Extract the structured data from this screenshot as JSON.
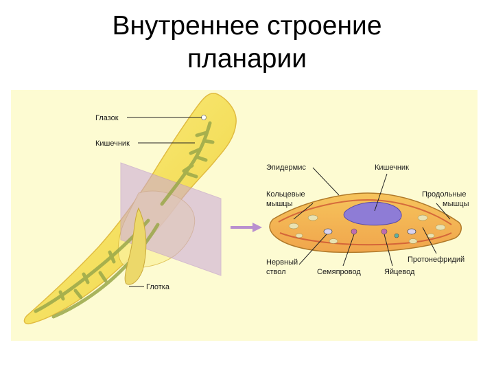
{
  "title": "Внутреннее  строение\nпланарии",
  "colors": {
    "panel": "#fdfbd2",
    "body": "#f3e26a",
    "intestine": "#9aa84a",
    "section_plane": "#c9a6d9",
    "arrow": "#b98fcf",
    "ring_muscle": "#c7472f",
    "intestine_cross": "#8e7cd6"
  },
  "labels": {
    "eye": "Глазок",
    "intestine_left": "Кишечник",
    "pharynx": "Глотка",
    "epidermis": "Эпидермис",
    "intestine_right": "Кишечник",
    "ring_muscles_1": "Кольцевые",
    "ring_muscles_2": "мышцы",
    "long_muscles_1": "Продольные",
    "long_muscles_2": "мышцы",
    "nerve_cord_1": "Нервный",
    "nerve_cord_2": "ствол",
    "sperm_duct": "Семяпровод",
    "oviduct": "Яйцевод",
    "protonephridium": "Протонефридий"
  }
}
